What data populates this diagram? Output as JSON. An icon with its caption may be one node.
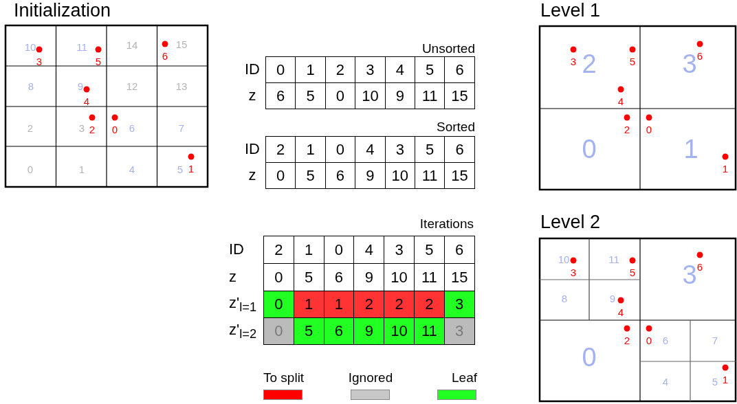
{
  "diagram": {
    "labels": [
      "Initialization",
      "10",
      "11",
      "14",
      "15",
      "8",
      "9",
      "12",
      "13",
      "2",
      "3",
      "6",
      "7",
      "0",
      "1",
      "4",
      "5",
      "3",
      "5",
      "6",
      "4",
      "2",
      "0",
      "1",
      "Unsorted",
      "ID",
      "0",
      "1",
      "2",
      "3",
      "4",
      "5",
      "6",
      "z",
      "6",
      "5",
      "0",
      "10",
      "9",
      "11",
      "15",
      "Sorted",
      "ID",
      "2",
      "1",
      "0",
      "4",
      "3",
      "5",
      "6",
      "z",
      "0",
      "5",
      "6",
      "9",
      "10",
      "11",
      "15",
      "Iterations",
      "ID",
      "2",
      "1",
      "0",
      "4",
      "3",
      "5",
      "6",
      "z",
      "0",
      "5",
      "6",
      "9",
      "10",
      "11",
      "15",
      "z'$_{l=1}$",
      "0",
      "1",
      "1",
      "2",
      "2",
      "2",
      "3",
      "z'$_{l=2}$",
      "0",
      "5",
      "6",
      "9",
      "10",
      "11",
      "3",
      "Level 1",
      "2",
      "3",
      "0",
      "1",
      "3",
      "5",
      "6",
      "4",
      "2",
      "0",
      "1",
      "Level 2",
      "10",
      "11",
      "3",
      "8",
      "9",
      "0",
      "6",
      "7",
      "4",
      "5",
      "3",
      "5",
      "6",
      "4",
      "2",
      "0",
      "1"
    ],
    "legend": [
      {
        "text": "To split",
        "color": "#ff0000"
      },
      {
        "text": "Ignored",
        "color": "#c8c8c8"
      },
      {
        "text": "Leaf",
        "color": "#22ff22"
      }
    ]
  }
}
